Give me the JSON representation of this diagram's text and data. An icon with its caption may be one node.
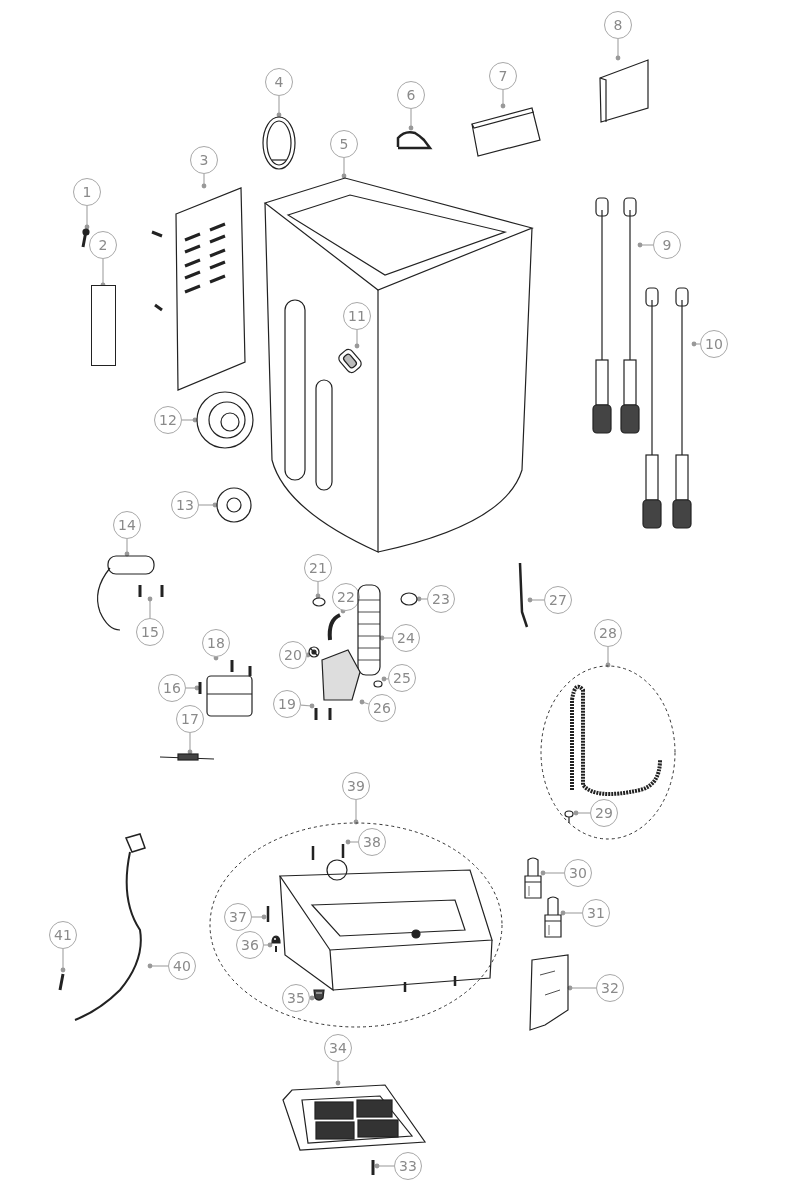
{
  "diagram": {
    "nodes": [
      {
        "text": [
          "1"
        ]
      },
      {
        "text": [],
        "shape": "picture"
      },
      {
        "text": [
          "2"
        ]
      },
      {
        "text": [],
        "shape": "box"
      },
      {
        "text": [
          "3"
        ]
      },
      {
        "text": [],
        "shape": "picture"
      },
      {
        "text": [
          "4"
        ]
      },
      {
        "text": [],
        "shape": "picture"
      },
      {
        "text": [
          "5"
        ]
      },
      {
        "text": [],
        "shape": "picture"
      },
      {
        "text": [
          "6"
        ]
      },
      {
        "text": [],
        "shape": "picture"
      },
      {
        "text": [
          "7"
        ]
      },
      {
        "text": [],
        "shape": "picture"
      },
      {
        "text": [
          "8"
        ]
      },
      {
        "text": [],
        "shape": "picture"
      },
      {
        "text": [
          "9"
        ]
      },
      {
        "text": [],
        "shape": "picture"
      },
      {
        "text": [
          "10"
        ]
      },
      {
        "text": [],
        "shape": "picture"
      },
      {
        "text": [
          "11"
        ],
        "in": 9
      },
      {
        "text": [],
        "shape": "picture",
        "in": 9
      },
      {
        "text": [
          "12"
        ]
      },
      {
        "text": [],
        "shape": "picture"
      },
      {
        "text": [
          "13"
        ]
      },
      {
        "text": [],
        "shape": "picture"
      },
      {
        "text": [
          "14"
        ]
      },
      {
        "text": [],
        "shape": "picture"
      },
      {
        "text": [
          "15"
        ]
      },
      {
        "text": [],
        "shape": "picture"
      },
      {
        "text": [
          "16"
        ]
      },
      {
        "text": [],
        "shape": "picture"
      },
      {
        "text": [
          "17"
        ]
      },
      {
        "text": [],
        "shape": "picture"
      },
      {
        "text": [
          "18"
        ]
      },
      {
        "text": [],
        "shape": "picture"
      },
      {
        "text": [
          "19"
        ]
      },
      {
        "text": [],
        "shape": "picture"
      },
      {
        "text": [
          "20"
        ]
      },
      {
        "text": [],
        "shape": "picture"
      },
      {
        "text": [
          "21"
        ]
      },
      {
        "text": [],
        "shape": "picture"
      },
      {
        "text": [
          "22"
        ]
      },
      {
        "text": [],
        "shape": "picture"
      },
      {
        "text": [
          "23"
        ]
      },
      {
        "text": [],
        "shape": "picture"
      },
      {
        "text": [
          "24"
        ]
      },
      {
        "text": [],
        "shape": "picture"
      },
      {
        "text": [
          "25"
        ]
      },
      {
        "text": [],
        "shape": "picture"
      },
      {
        "text": [
          "26"
        ]
      },
      {
        "text": [],
        "shape": "picture"
      },
      {
        "text": [
          "27"
        ]
      },
      {
        "text": [],
        "shape": "picture"
      },
      {
        "text": [
          "28"
        ]
      },
      {
        "text": [],
        "shape": "circle"
      },
      {
        "text": [
          "29"
        ],
        "in": 55
      },
      {
        "text": [],
        "shape": "picture",
        "in": 55
      },
      {
        "text": [
          "30"
        ]
      },
      {
        "text": [],
        "shape": "picture"
      },
      {
        "text": [
          "31"
        ]
      },
      {
        "text": [],
        "shape": "picture"
      },
      {
        "text": [
          "32"
        ]
      },
      {
        "text": [],
        "shape": "picture"
      },
      {
        "text": [
          "33"
        ]
      },
      {
        "text": [],
        "shape": "picture"
      },
      {
        "text": [
          "34"
        ]
      },
      {
        "text": [],
        "shape": "picture"
      },
      {
        "text": [
          "39"
        ]
      },
      {
        "text": [],
        "shape": "circle"
      },
      {
        "text": [
          "35"
        ],
        "in": 69
      },
      {
        "text": [],
        "shape": "picture",
        "in": 69
      },
      {
        "text": [
          "36"
        ],
        "in": 69
      },
      {
        "text": [],
        "shape": "picture",
        "in": 69
      },
      {
        "text": [
          "37"
        ],
        "in": 69
      },
      {
        "text": [],
        "shape": "picture",
        "in": 69
      },
      {
        "text": [
          "38"
        ],
        "in": 69
      },
      {
        "text": [],
        "shape": "picture",
        "in": 69
      },
      {
        "text": [
          "40"
        ]
      },
      {
        "text": [],
        "shape": "picture"
      },
      {
        "text": [
          "41"
        ]
      },
      {
        "text": [],
        "shape": "picture"
      }
    ],
    "edges": [
      {
        "from": 0,
        "to": 1,
        "arrow": "other"
      },
      {
        "from": 2,
        "to": 3,
        "arrow": "other"
      },
      {
        "from": 4,
        "to": 5,
        "arrow": "other"
      },
      {
        "from": 6,
        "to": 7,
        "arrow": "other"
      },
      {
        "from": 8,
        "to": 9,
        "arrow": "other"
      },
      {
        "from": 10,
        "to": 11,
        "arrow": "other"
      },
      {
        "from": 12,
        "to": 13,
        "arrow": "other"
      },
      {
        "from": 14,
        "to": 15,
        "arrow": "other"
      },
      {
        "from": 16,
        "to": 17,
        "arrow": "other"
      },
      {
        "from": 18,
        "to": 19,
        "arrow": "other"
      },
      {
        "from": 20,
        "to": 21,
        "arrow": "other"
      },
      {
        "from": 22,
        "to": 23,
        "arrow": "other"
      },
      {
        "from": 24,
        "to": 25,
        "arrow": "other"
      },
      {
        "from": 26,
        "to": 27,
        "arrow": "other"
      },
      {
        "from": 28,
        "to": 29,
        "arrow": "other"
      },
      {
        "from": 30,
        "to": 31,
        "arrow": "other"
      },
      {
        "from": 32,
        "to": 33,
        "arrow": "other"
      },
      {
        "from": 34,
        "to": 35,
        "arrow": "other"
      },
      {
        "from": 36,
        "to": 37,
        "arrow": "other"
      },
      {
        "from": 38,
        "to": 39,
        "arrow": "other"
      },
      {
        "from": 40,
        "to": 41,
        "arrow": "other"
      },
      {
        "from": 42,
        "to": 43,
        "arrow": "other"
      },
      {
        "from": 44,
        "to": 45,
        "arrow": "other"
      },
      {
        "from": 46,
        "to": 47,
        "arrow": "other"
      },
      {
        "from": 48,
        "to": 49,
        "arrow": "other"
      },
      {
        "from": 50,
        "to": 51,
        "arrow": "other"
      },
      {
        "from": 52,
        "to": 53,
        "arrow": "other"
      },
      {
        "from": 54,
        "to": 55,
        "arrow": "other"
      },
      {
        "from": 56,
        "to": 57,
        "arrow": "other"
      },
      {
        "from": 58,
        "to": 59,
        "arrow": "other"
      },
      {
        "from": 60,
        "to": 61,
        "arrow": "other"
      },
      {
        "from": 62,
        "to": 63,
        "arrow": "other"
      },
      {
        "from": 64,
        "to": 65,
        "arrow": "other"
      },
      {
        "from": 66,
        "to": 67,
        "arrow": "other"
      },
      {
        "from": 68,
        "to": 69,
        "arrow": "other"
      },
      {
        "from": 70,
        "to": 71,
        "arrow": "other"
      },
      {
        "from": 72,
        "to": 73,
        "arrow": "other"
      },
      {
        "from": 74,
        "to": 75,
        "arrow": "other"
      },
      {
        "from": 76,
        "to": 77,
        "arrow": "other"
      },
      {
        "from": 78,
        "to": 79,
        "arrow": "other"
      },
      {
        "from": 80,
        "to": 81,
        "arrow": "other"
      }
    ]
  }
}
